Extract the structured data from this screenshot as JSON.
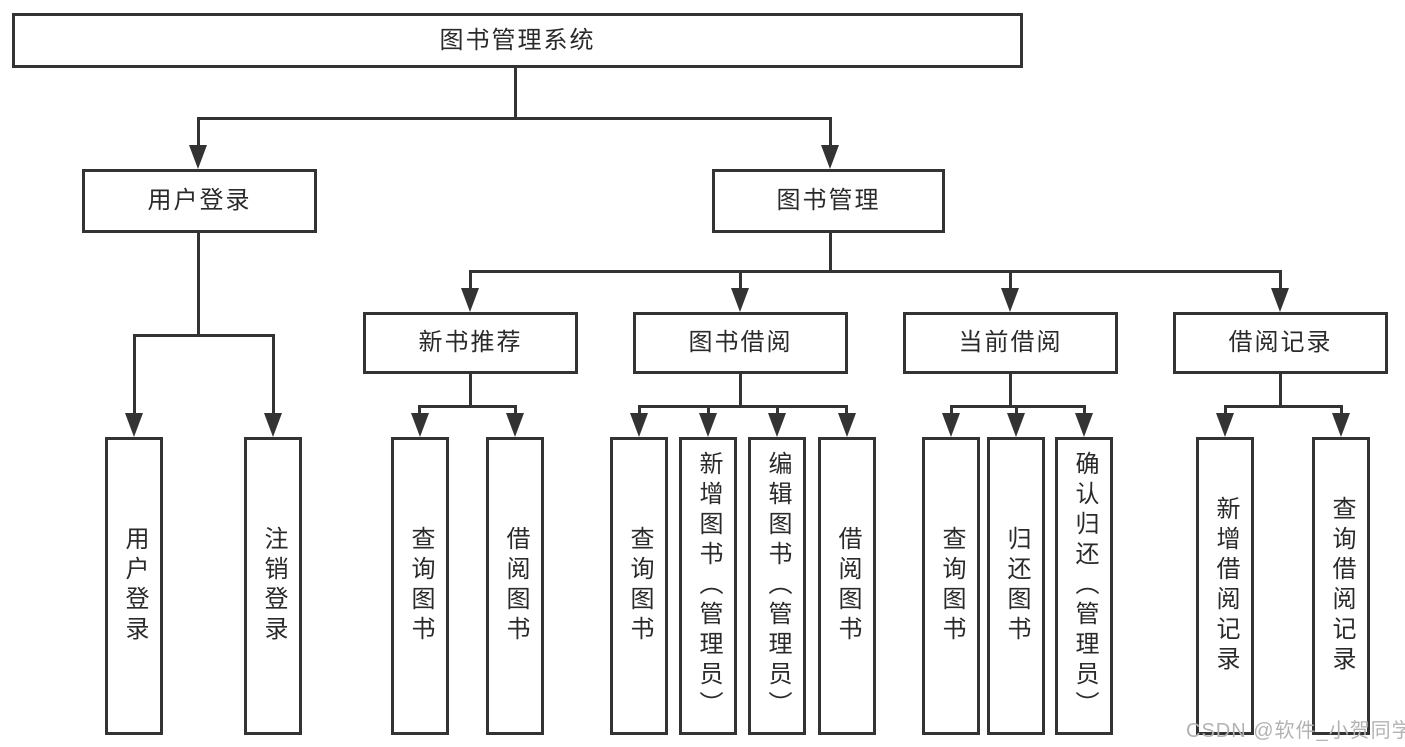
{
  "diagram": {
    "root": {
      "label": "图书管理系统"
    },
    "level1": [
      {
        "label": "用户登录"
      },
      {
        "label": "图书管理"
      }
    ],
    "level2": [
      {
        "label": "新书推荐"
      },
      {
        "label": "图书借阅"
      },
      {
        "label": "当前借阅"
      },
      {
        "label": "借阅记录"
      }
    ],
    "leaves": {
      "user_login": [
        {
          "label": "用户登录"
        },
        {
          "label": "注销登录"
        }
      ],
      "new_book_recommend": [
        {
          "label": "查询图书"
        },
        {
          "label": "借阅图书"
        }
      ],
      "book_borrowing": [
        {
          "label": "查询图书"
        },
        {
          "label": "新增图书（管理员）"
        },
        {
          "label": "编辑图书（管理员）"
        },
        {
          "label": "借阅图书"
        }
      ],
      "current_borrowing": [
        {
          "label": "查询图书"
        },
        {
          "label": "归还图书"
        },
        {
          "label": "确认归还（管理员）"
        }
      ],
      "borrowing_records": [
        {
          "label": "新增借阅记录"
        },
        {
          "label": "查询借阅记录"
        }
      ]
    }
  },
  "watermark": {
    "text": "CSDN @软件_小贺同学"
  },
  "colors": {
    "line": "#333333",
    "text": "#2a2a2a",
    "background": "#ffffff",
    "watermark": "#b3b3b5"
  }
}
